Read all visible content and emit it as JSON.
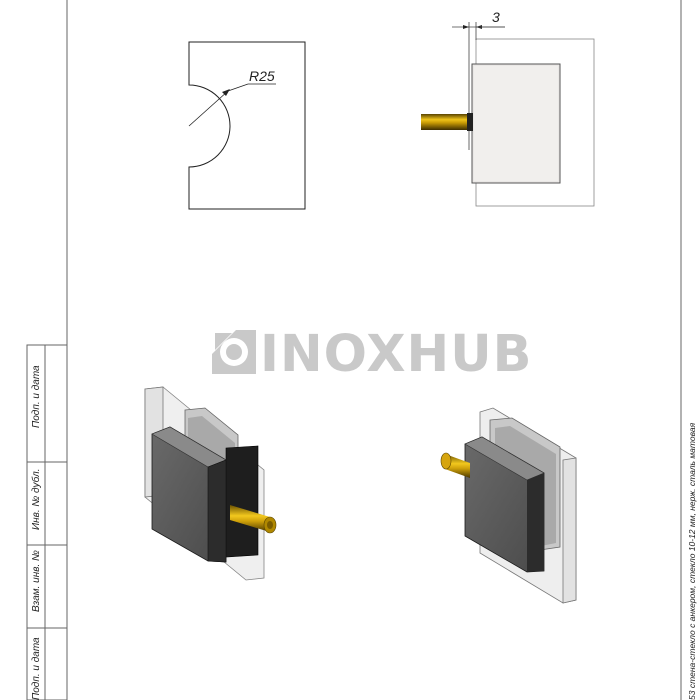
{
  "side_panel": {
    "cells": [
      "Подп. и дата",
      "Инв. № дубл.",
      "Взам. инв. №",
      "Подп. и дата"
    ]
  },
  "watermark": {
    "text": "INOXHUB"
  },
  "dimensions": {
    "radius_label": "R25",
    "thickness_label": "3"
  },
  "vertical_note": "53 стена-стекло с анкером, стекло 10-12 мм, нерж. сталь матовая"
}
